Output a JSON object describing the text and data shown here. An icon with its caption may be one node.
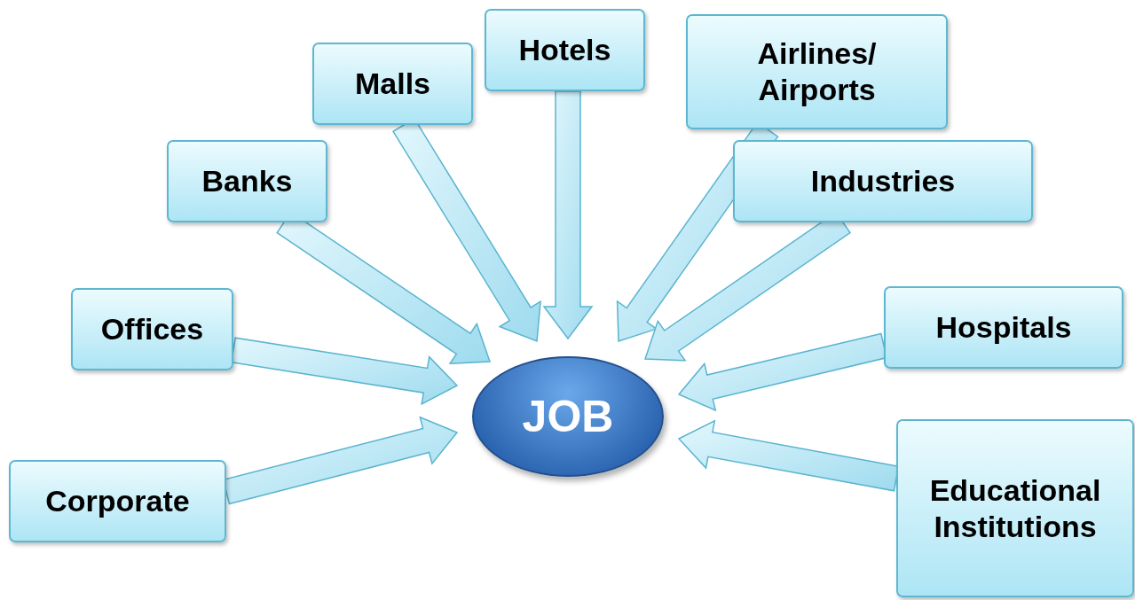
{
  "diagram": {
    "nodes": [
      {
        "text": [
          "Corporate"
        ]
      },
      {
        "text": [
          "Offices"
        ]
      },
      {
        "text": [
          "Banks"
        ]
      },
      {
        "text": [
          "Malls"
        ]
      },
      {
        "text": [
          "Hotels"
        ]
      },
      {
        "text": [
          "Airlines/ Airports"
        ]
      },
      {
        "text": [
          "Industries"
        ]
      },
      {
        "text": [
          "Hospitals"
        ]
      },
      {
        "text": [
          "Educational Institutions"
        ]
      },
      {
        "text": [
          "JOB"
        ]
      }
    ],
    "edges": [
      {
        "from": 0,
        "to": 9,
        "arrow": "to"
      },
      {
        "from": 1,
        "to": 9,
        "arrow": "to"
      },
      {
        "from": 2,
        "to": 9,
        "arrow": "to"
      },
      {
        "from": 3,
        "to": 9,
        "arrow": "to"
      },
      {
        "from": 4,
        "to": 9,
        "arrow": "to"
      },
      {
        "from": 5,
        "to": 9,
        "arrow": "to"
      },
      {
        "from": 6,
        "to": 9,
        "arrow": "to"
      },
      {
        "from": 7,
        "to": 9,
        "arrow": "to"
      },
      {
        "from": 8,
        "to": 9,
        "arrow": "to"
      }
    ]
  }
}
